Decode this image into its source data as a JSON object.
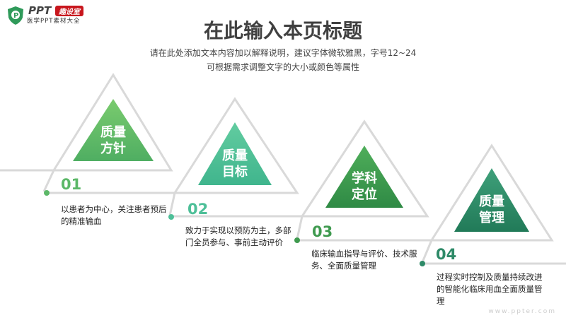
{
  "logo": {
    "brand": "PPT",
    "badge": "趣设室",
    "tagline": "医学PPT素材大全"
  },
  "header": {
    "title": "在此输入本页标题",
    "subtitle_1": "请在此处添加文本内容加以解释说明，建议字体微软雅黑，字号12~24",
    "subtitle_2": "可根据需求调整文字的大小或颜色等属性"
  },
  "steps": [
    {
      "label_1": "质量",
      "label_2": "方针",
      "number": "01",
      "desc": "以患者为中心，关注患者预后的精准输血",
      "color": "#5cb868"
    },
    {
      "label_1": "质量",
      "label_2": "目标",
      "number": "02",
      "desc": "致力于实现以预防为主，多部门全员参与、事前主动评价",
      "color": "#4dbf98"
    },
    {
      "label_1": "学科",
      "label_2": "定位",
      "number": "03",
      "desc": "临床输血指导与评价、技术服务、全面质量管理",
      "color": "#3f9a4f"
    },
    {
      "label_1": "质量",
      "label_2": "管理",
      "number": "04",
      "desc": "过程实时控制及质量持续改进的智能化临床用血全面质量管理",
      "color": "#2e8a68"
    }
  ],
  "watermark": "www.ppter.com"
}
